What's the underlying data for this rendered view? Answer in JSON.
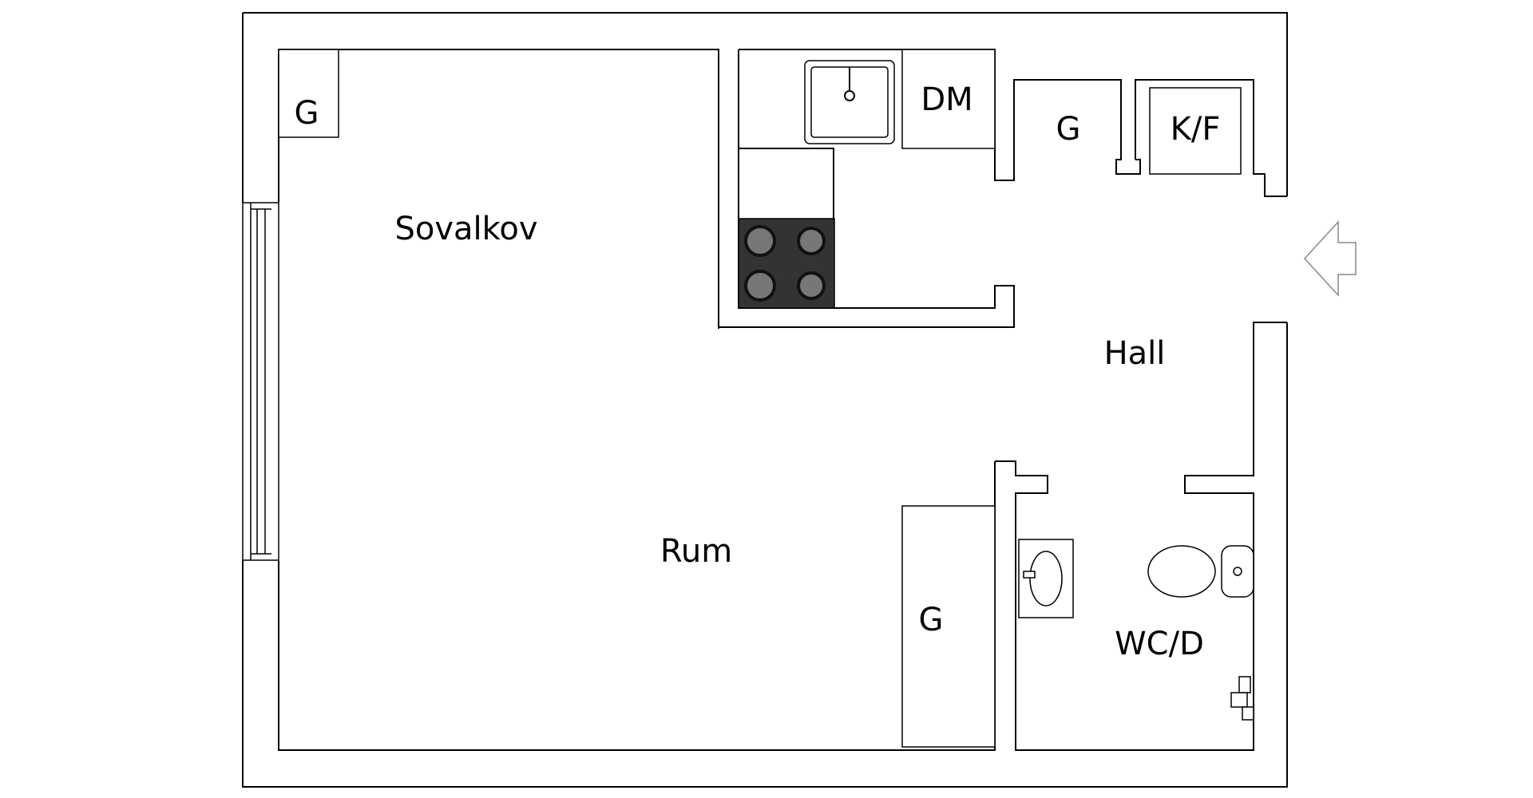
{
  "rooms": {
    "sovalkov": "Sovalkov",
    "rum": "Rum",
    "hall": "Hall",
    "wc": "WC/D",
    "dm": "DM",
    "kf": "K/F",
    "closet_bedroom": "G",
    "closet_hall": "G",
    "closet_room": "G"
  },
  "icons": {
    "entrance": "entrance-arrow-icon",
    "sink": "kitchen-sink-icon",
    "stove": "stove-icon",
    "basin": "bathroom-sink-icon",
    "toilet": "toilet-icon",
    "shower": "shower-icon",
    "window": "window-icon"
  }
}
